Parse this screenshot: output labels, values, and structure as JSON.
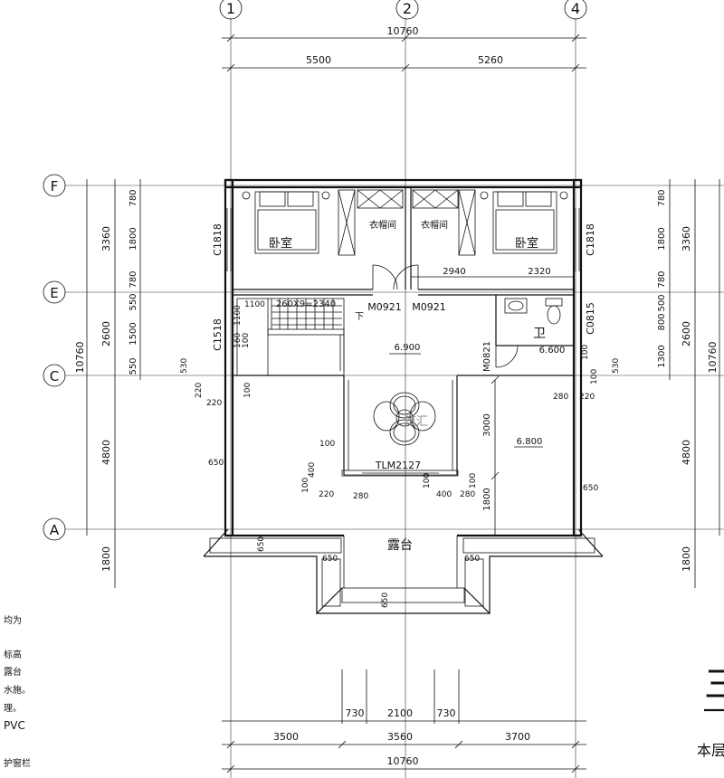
{
  "axes": {
    "top": [
      "1",
      "2",
      "4"
    ],
    "left": [
      "F",
      "E",
      "C",
      "A"
    ]
  },
  "dims": {
    "top_total": "10760",
    "top_segments": [
      "5500",
      "5260"
    ],
    "bottom_total": "10760",
    "bottom_segments": [
      "3500",
      "3560",
      "3700"
    ],
    "bottom_detail": [
      "730",
      "2100",
      "730"
    ],
    "left_total": "10760",
    "left_segments": [
      "3360",
      "2600",
      "4800",
      "1800"
    ],
    "left_detail": [
      "780",
      "1800",
      "780",
      "550",
      "1500",
      "550"
    ],
    "right_total": "10760",
    "right_segments": [
      "3360",
      "2600",
      "4800",
      "1800"
    ],
    "right_detail": [
      "780",
      "1800",
      "780",
      "500",
      "800",
      "1300"
    ]
  },
  "rooms": {
    "bedroom_left": "卧室",
    "bedroom_right": "卧室",
    "closet_left": "衣帽间",
    "closet_right": "衣帽间",
    "bathroom": "卫",
    "terrace": "露台"
  },
  "labels": {
    "window_c1818_left": "C1818",
    "window_c1818_right": "C1818",
    "window_c1518": "C1518",
    "window_c0815": "C0815",
    "door_m0921_a": "M0921",
    "door_m0921_b": "M0921",
    "door_m0821": "M0821",
    "door_tlm2127": "TLM2127",
    "stair_dim": "260X9=2340",
    "stair_down": "下",
    "elev_center": "6.900",
    "elev_bath": "6.600",
    "elev_right": "6.800",
    "dim_2940": "2940",
    "dim_2320": "2320",
    "dim_3000": "3000",
    "dim_1800_inner": "1800",
    "watermark": "筑汇"
  },
  "small_dims": [
    "1100",
    "100",
    "1100",
    "160",
    "530",
    "220",
    "220",
    "100",
    "650",
    "100",
    "400",
    "100",
    "220",
    "280",
    "100",
    "400",
    "100",
    "280",
    "220",
    "280",
    "100",
    "100",
    "530",
    "650",
    "650",
    "650",
    "650",
    "650"
  ],
  "notes": [
    "均为",
    "标高",
    "露台",
    "水施。",
    "理。",
    "PVC",
    "护窗栏"
  ],
  "title_partial": "三",
  "subtitle_partial": "本层"
}
